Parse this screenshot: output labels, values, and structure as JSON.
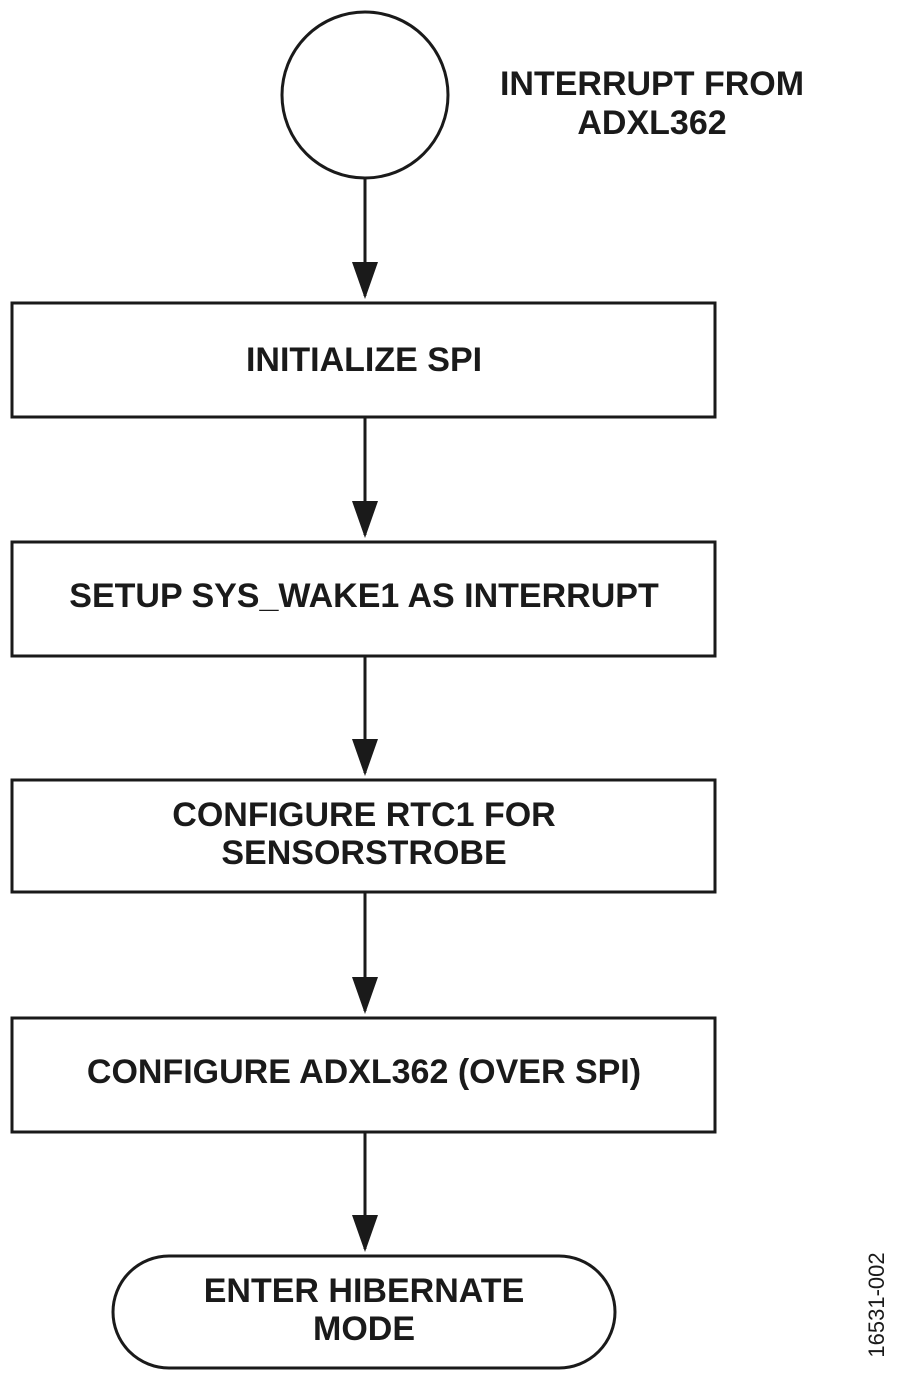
{
  "start": {
    "label_line1": "INTERRUPT FROM",
    "label_line2": "ADXL362"
  },
  "steps": [
    {
      "line1": "INITIALIZE SPI"
    },
    {
      "line1": "SETUP SYS_WAKE1 AS INTERRUPT"
    },
    {
      "line1": "CONFIGURE RTC1 FOR",
      "line2": "SENSORSTROBE"
    },
    {
      "line1": "CONFIGURE ADXL362 (OVER SPI)"
    }
  ],
  "end": {
    "line1": "ENTER HIBERNATE",
    "line2": "MODE"
  },
  "figure_id": "16531-002",
  "colors": {
    "stroke": "#1a1a1a",
    "fill": "#ffffff"
  }
}
